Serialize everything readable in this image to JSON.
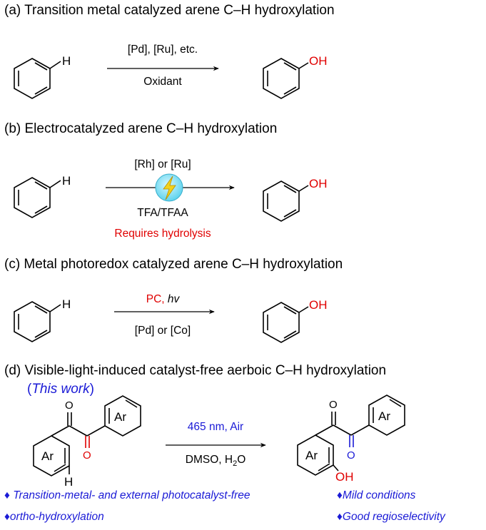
{
  "sections": {
    "a": {
      "title": "(a) Transition metal catalyzed arene C–H hydroxylation",
      "above": "[Pd], [Ru], etc.",
      "below": "Oxidant"
    },
    "b": {
      "title": "(b) Electrocatalyzed arene C–H hydroxylation",
      "above": "[Rh] or [Ru]",
      "below": "TFA/TFAA",
      "note": "Requires hydrolysis"
    },
    "c": {
      "title": "(c) Metal photoredox catalyzed arene C–H hydroxylation",
      "above_pc": "PC, ",
      "above_hv": "hv",
      "below": "[Pd] or [Co]"
    },
    "d": {
      "title": "(d) Visible-light-induced catalyst-free aerboic C–H hydroxylation",
      "subtitle_open": "(",
      "subtitle_work": "This work",
      "subtitle_close": ")",
      "above": "465 nm, Air",
      "below_main": "DMSO, H",
      "below_sub": "2",
      "below_end": "O"
    }
  },
  "atoms": {
    "H": "H",
    "OH": "OH",
    "O": "O",
    "Ar": "Ar"
  },
  "features": [
    "♦ Transition-metal- and external photocatalyst-free",
    "♦Mild conditions",
    "♦ortho-hydroxylation",
    "♦Good regioselectivity"
  ],
  "colors": {
    "red": "#e00000",
    "blue": "#1a1ad6",
    "bolt_bg": "#8ee6f5",
    "bolt": "#f2d21c"
  }
}
